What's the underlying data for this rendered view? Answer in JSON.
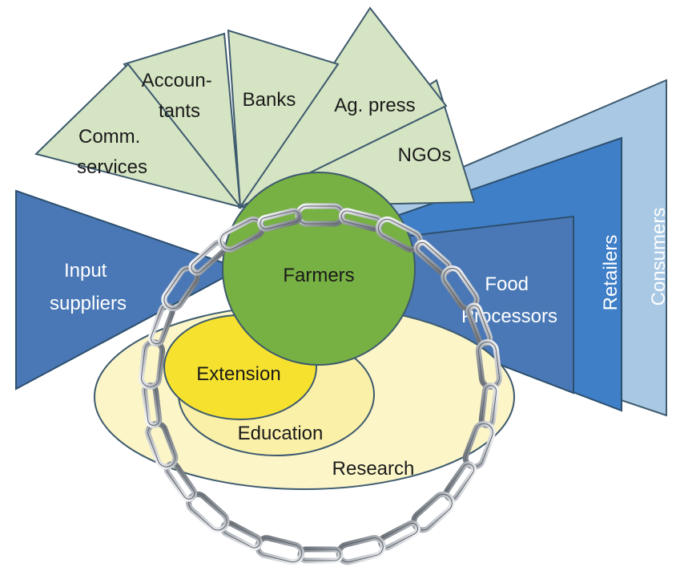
{
  "labels": {
    "comm_services_line1": "Comm.",
    "comm_services_line2": "services",
    "accountants_line1": "Accoun-",
    "accountants_line2": "tants",
    "banks": "Banks",
    "ag_press": "Ag. press",
    "ngos": "NGOs",
    "input_suppliers_line1": "Input",
    "input_suppliers_line2": "suppliers",
    "farmers": "Farmers",
    "extension": "Extension",
    "education": "Education",
    "research": "Research",
    "food_processors_line1": "Food",
    "food_processors_line2": "Processors",
    "retailers": "Retailers",
    "consumers": "Consumers"
  },
  "colors": {
    "fan_green": "#d5e4c3",
    "fan_stroke": "#3d5a6e",
    "input_suppliers": "#4a78b6",
    "food_processors": "#4a78b6",
    "retailers": "#3f7fc8",
    "consumers": "#a8c8e4",
    "farmers": "#77b043",
    "extension": "#f6e22e",
    "education": "#faf0a8",
    "research": "#fbf5c8",
    "chain": "#b8bcc2"
  }
}
